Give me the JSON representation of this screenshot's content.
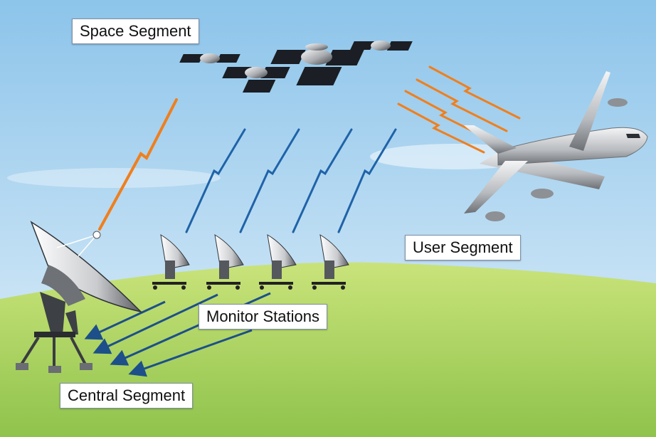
{
  "labels": {
    "space_segment": "Space Segment",
    "user_segment": "User Segment",
    "monitor_stations": "Monitor Stations",
    "central_segment": "Central Segment"
  },
  "colors": {
    "sky_top": "#8cc4ea",
    "sky_bottom": "#e4f1fa",
    "ground_top": "#c9e37a",
    "ground_bottom": "#8fc34c",
    "uplink": "#f07f1c",
    "monitor_link": "#1f63a8",
    "ground_link": "#1d4f8a"
  },
  "icons": [
    "satellite-icon",
    "airplane-icon",
    "dish-antenna-icon",
    "lightning-signal-icon",
    "arrow-icon"
  ]
}
